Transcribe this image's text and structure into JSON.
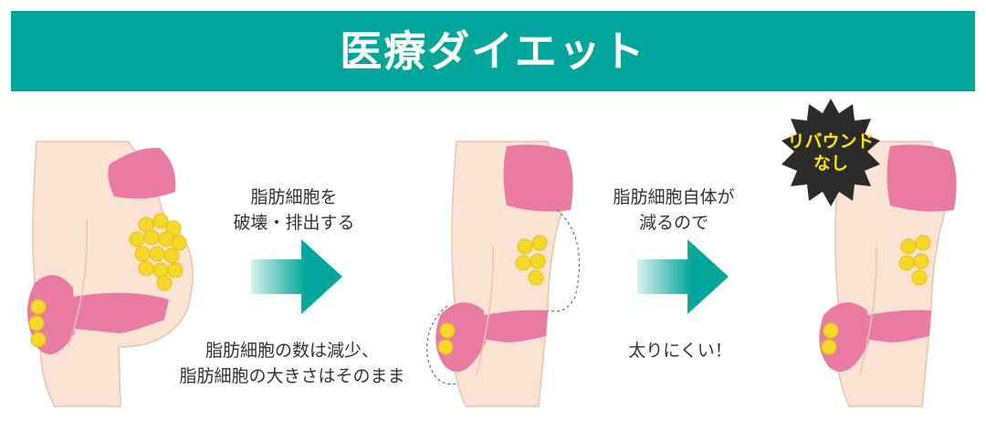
{
  "title": "医療ダイエット",
  "captions": {
    "step1_line1": "脂肪細胞を",
    "step1_line2": "破壊・排出する",
    "step2_line1": "脂肪細胞自体が",
    "step2_line2": "減るので",
    "note1_line1": "脂肪細胞の数は減少、",
    "note1_line2": "脂肪細胞の大きさはそのまま",
    "note2": "太りにくい！"
  },
  "badge": {
    "line1": "リバウンド",
    "line2": "なし"
  },
  "colors": {
    "teal": "#00a699",
    "skin": "#fbe3d3",
    "pink": "#e97ba3",
    "fat": "#f4d92a",
    "badge": "#2b2b2b",
    "badge_text": "#ffe800"
  }
}
